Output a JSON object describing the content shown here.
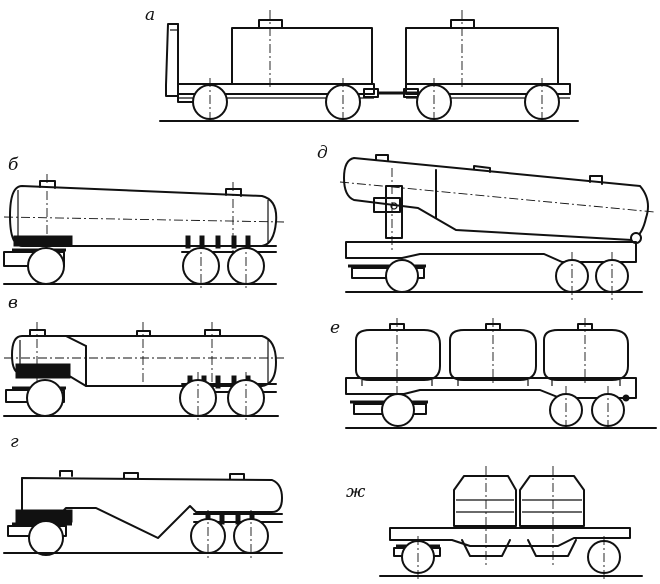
{
  "figure": {
    "panels": [
      {
        "id": "a",
        "label": "а"
      },
      {
        "id": "b",
        "label": "б"
      },
      {
        "id": "v",
        "label": "в"
      },
      {
        "id": "g",
        "label": "г"
      },
      {
        "id": "d",
        "label": "д"
      },
      {
        "id": "e",
        "label": "е"
      },
      {
        "id": "zh",
        "label": "ж"
      }
    ]
  },
  "style": {
    "line_color": "#111111",
    "background": "#ffffff"
  }
}
